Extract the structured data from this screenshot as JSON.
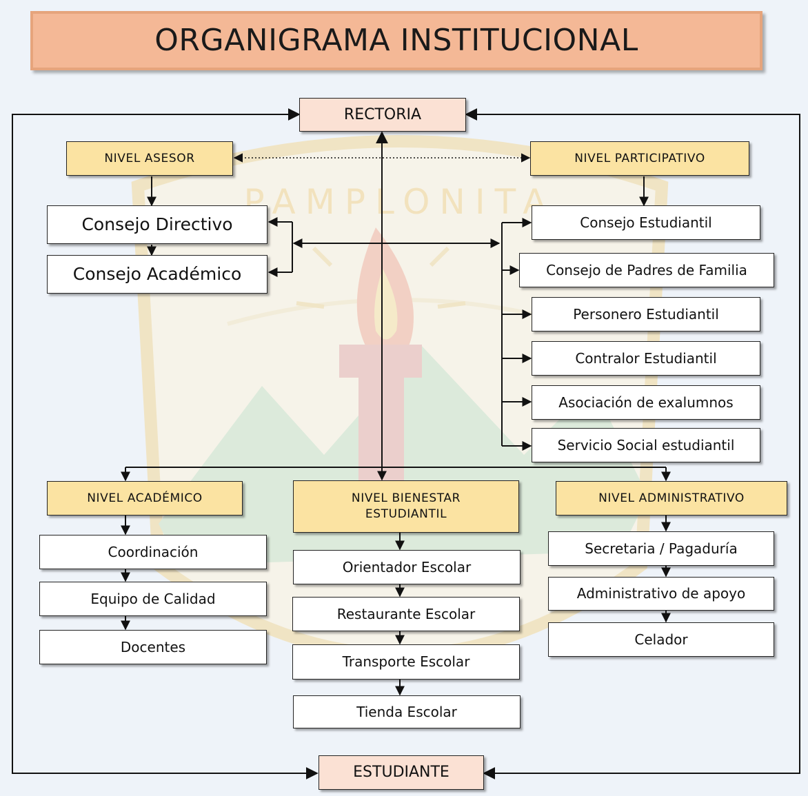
{
  "title": "ORGANIGRAMA INSTITUCIONAL",
  "watermark_text": "PAMPLONITA",
  "colors": {
    "title_fill": "#f4b896",
    "title_border": "#e6a47c",
    "top_bottom_fill": "#fbe1d4",
    "level_fill": "#fbe3a2",
    "item_fill": "#ffffff",
    "line": "#111111",
    "background": "#eef3f9"
  },
  "rectoria": "RECTORIA",
  "estudiante": "ESTUDIANTE",
  "asesor": {
    "label": "NIVEL ASESOR",
    "items": [
      "Consejo Directivo",
      "Consejo Académico"
    ]
  },
  "participativo": {
    "label": "NIVEL PARTICIPATIVO",
    "items": [
      "Consejo Estudiantil",
      "Consejo de Padres de Familia",
      "Personero Estudiantil",
      "Contralor Estudiantil",
      "Asociación de exalumnos",
      "Servicio Social estudiantil"
    ]
  },
  "academico": {
    "label": "NIVEL ACADÉMICO",
    "items": [
      "Coordinación",
      "Equipo de Calidad",
      "Docentes"
    ]
  },
  "bienestar": {
    "label_line1": "NIVEL BIENESTAR",
    "label_line2": "ESTUDIANTIL",
    "items": [
      "Orientador Escolar",
      "Restaurante Escolar",
      "Transporte Escolar",
      "Tienda Escolar"
    ]
  },
  "administrativo": {
    "label": "NIVEL ADMINISTRATIVO",
    "items": [
      "Secretaria / Pagaduría",
      "Administrativo de apoyo",
      "Celador"
    ]
  }
}
